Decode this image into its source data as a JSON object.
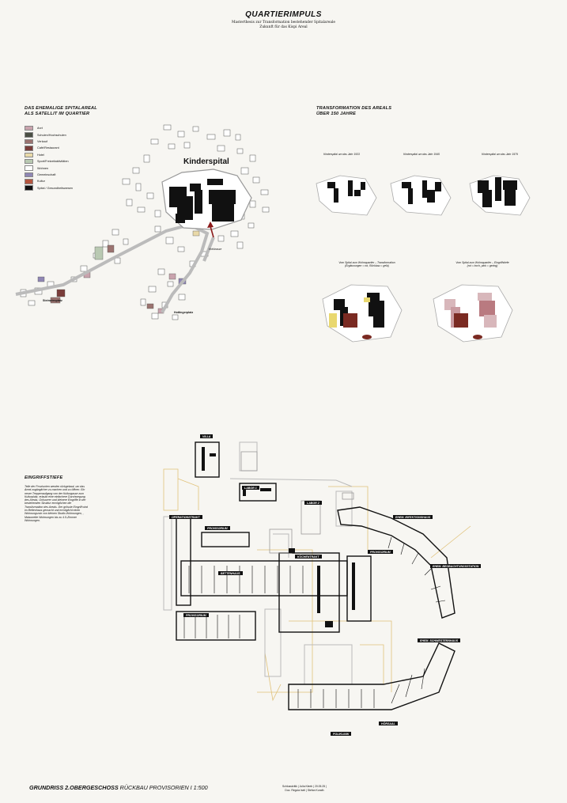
{
  "header": {
    "title": "QUARTIERIMPULS",
    "subtitle_line1": "Masterthesis zur Transformation bestehender Spitalareale",
    "subtitle_line2": "Zukunft für das Kispi Areal"
  },
  "left_section": {
    "heading_line1": "DAS EHEMALIGE SPITALAREAL",
    "heading_line2": "ALS SATELLIT IM QUARTIER",
    "legend": [
      {
        "label": "Arzt",
        "color": "#c9a3ad"
      },
      {
        "label": "Schulen/Hochschulen",
        "color": "#4a4f44"
      },
      {
        "label": "Verkauf",
        "color": "#9b7370"
      },
      {
        "label": "Café/Restaurant",
        "color": "#7a3d3a"
      },
      {
        "label": "Hotel",
        "color": "#e9d9a8"
      },
      {
        "label": "Sport/Freizeitaktivitäten",
        "color": "#b9c9b2"
      },
      {
        "label": "Wohnen",
        "color": "#ffffff"
      },
      {
        "label": "Gemeinschaft",
        "color": "#8f86b4"
      },
      {
        "label": "Kultur",
        "color": "#b5563f"
      },
      {
        "label": "Spital / Gesundheitswesen",
        "color": "#111111"
      }
    ],
    "map_title": "Kinderspital",
    "labels": {
      "hofstrasse": "Hofstrasse",
      "steinwiesplatz": "Steinwiesplatz",
      "hottingerplatz": "Hottingerplatz"
    }
  },
  "right_section": {
    "heading_line1": "TRANSFORMATION DES AREALS",
    "heading_line2": "ÜBER 150 JAHRE",
    "captions": [
      "Kinderspital um das Jahr 1933",
      "Kinderspital um das Jahr 1945",
      "Kinderspital um das Jahr 1979"
    ],
    "caption_a_l1": "Vom Spital zum Wohnquartier – Transformation",
    "caption_a_l2": "(Ergänzungen = rot, Rückbau = gelb)",
    "caption_b_l1": "Vom Spital zum Wohnquartier – Eingriffstiefe",
    "caption_b_l2": "(rot = hoch, pink = gering)"
  },
  "eingriff": {
    "heading": "EINGRIFFSTIEFE",
    "text": "Teile der Provisorien werden rückgebaut, um das Areal zugänglicher zu machen und zu öffnen. Ein neuer Treppenaufgang von der Kulturgasse zum Kulturplatz, erlaubt eine einfachere Durchwegung des Areals. Grösserer und kleinere Eingriffe in der bestehenden Struktur ermöglichen die Transformation des Areals. Der grösste Eingriff wird im Bettenhaus gemacht und ermöglicht einen Wohnungsmix von kleinen Studio-Wohnungen, , Maisonette Wohnungen bis zu 4.5-Zimmer Wohnungen."
  },
  "plan_labels": {
    "villa": "VILLA",
    "labor1": "LABOR 1",
    "labor2": "LABOR 2",
    "operationstrakt": "OPERATIONSTRAKT",
    "provisorium1": "PROVISORIUM",
    "kuechentrakt": "KÜCHENTRAKT",
    "provisorium2": "PROVISORIUM",
    "infektionshaus": "EHEM. INFEKTIONSHAUS",
    "beobachtungsstation": "EHEM. BEOBACHTUNGSSTATION",
    "bettenhaus": "BETTENHAUS",
    "provisorium3": "PROVISORIUM",
    "schwesternhaus": "EHEM. SCHWESTERNHAUS",
    "hoersaal": "HÖRSAAL",
    "poliklinik": "POLIKLINIK"
  },
  "footer": {
    "plan_title_bold": "GRUNDRISS 2.OBERGESCHOSS",
    "plan_title_rest": " RÜCKBAU PROVISORIEN I 1:500",
    "credits_line1": "Schlusskritik | Julia Kleeb | 20.05.25 |",
    "credits_line2": "Doz. Regula Iseli | Stefan Kurath"
  }
}
